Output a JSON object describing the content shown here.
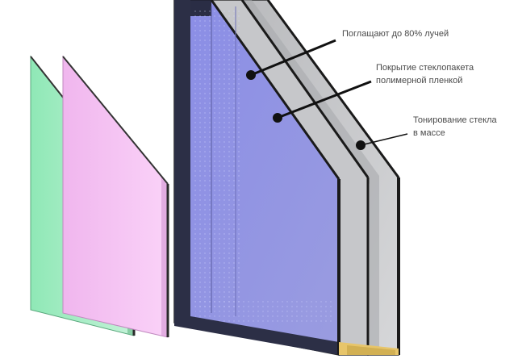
{
  "diagram": {
    "labels": [
      {
        "text": "Поглащают до 80% лучей"
      },
      {
        "text": "Покрытие стеклопакета\nполимерной пленкой"
      },
      {
        "text": "Тонирование стекла\nв массе"
      }
    ],
    "colors": {
      "green_glass": "#a8ecc4",
      "pink_glass": "#f6c2f4",
      "blue_glass": "#8e90e2",
      "grey_glass": "#c8c9cc",
      "frame": "#2c2f46",
      "leader": "#111111",
      "label_text": "#4a4a4a"
    }
  }
}
